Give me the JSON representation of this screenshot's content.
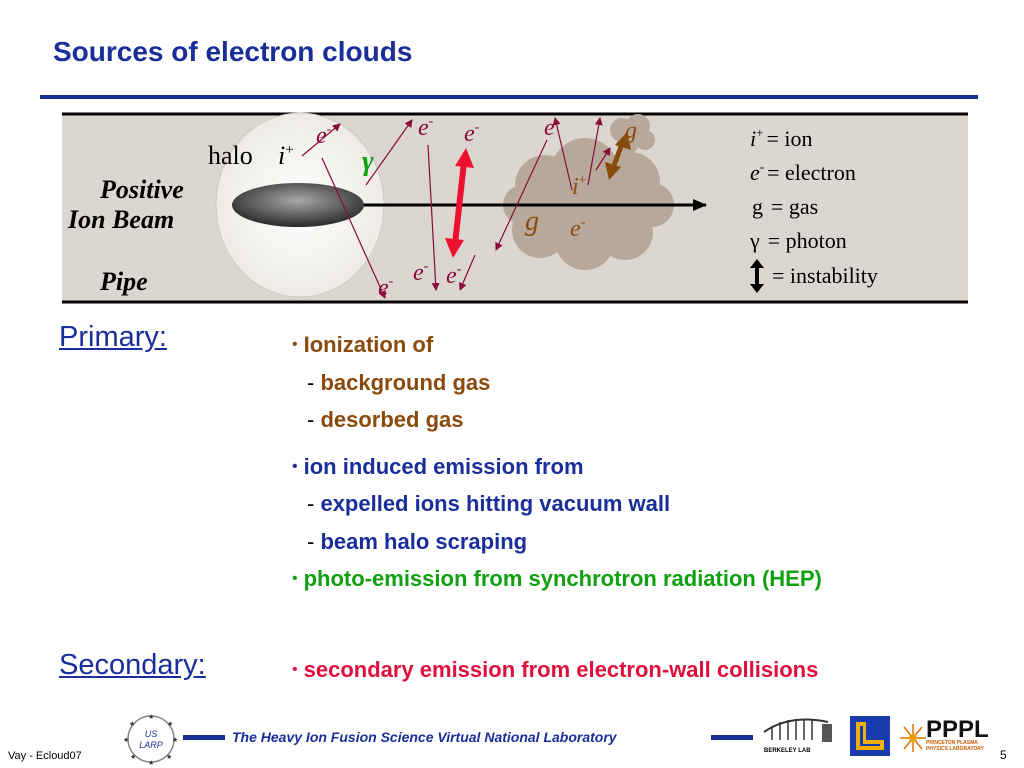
{
  "title": "Sources of electron clouds",
  "diagram": {
    "halo": "halo",
    "ion_symbol": "i",
    "plus": "+",
    "minus": "-",
    "electron_symbol": "e",
    "gas_symbol": "g",
    "gamma_symbol": "γ",
    "positive": "Positive",
    "ion_beam": "Ion Beam",
    "pipe": "Pipe",
    "legend": {
      "ion": "= ion",
      "electron": "= electron",
      "gas_letter": "g",
      "gas": "= gas",
      "photon": "= photon",
      "instability": "= instability"
    }
  },
  "primary": {
    "heading": "Primary:",
    "ionization": "Ionization of",
    "background_gas": "background gas",
    "desorbed_gas": "desorbed gas",
    "ion_induced": "ion induced emission from",
    "expelled": "expelled ions hitting vacuum wall",
    "halo_scraping": "beam halo scraping",
    "photo": "photo-emission from synchrotron radiation (HEP)"
  },
  "secondary": {
    "heading": "Secondary:",
    "text": "secondary emission from electron-wall collisions"
  },
  "footer": {
    "lab": "The Heavy Ion Fusion Science Virtual National Laboratory",
    "left": "Vay - Ecloud07",
    "page": "5",
    "us_larp_top": "US",
    "us_larp_bottom": "LARP",
    "berkeley": "BERKELEY LAB",
    "pppl": "PPPL",
    "pppl_sub": "PRINCETON PLASMA PHYSICS LABORATORY"
  },
  "colors": {
    "title": "#1a2e9a",
    "primary_brown": "#8a4a0c",
    "primary_blue": "#1a2e9a",
    "primary_green": "#10a010",
    "secondary_red": "#e0103c",
    "electron": "#8a0a3c",
    "gas": "#8a4a0c"
  }
}
